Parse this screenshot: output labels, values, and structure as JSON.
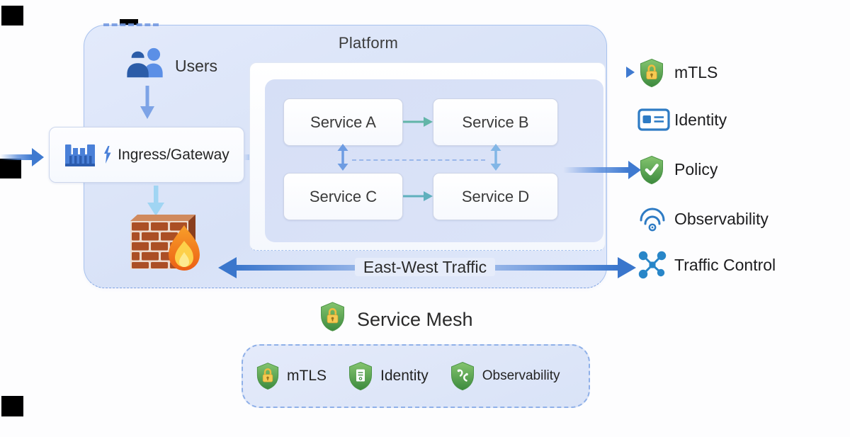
{
  "platform": {
    "title": "Platform",
    "users_label": "Users",
    "ingress_label": "Ingress/Gateway",
    "services": [
      {
        "label": "Service A"
      },
      {
        "label": "Service B"
      },
      {
        "label": "Service C"
      },
      {
        "label": "Service D"
      }
    ],
    "east_west_label": "East-West Traffic"
  },
  "legend": {
    "items": [
      {
        "label": "mTLS",
        "icon": "shield-lock-icon"
      },
      {
        "label": "Identity",
        "icon": "id-card-icon"
      },
      {
        "label": "Policy",
        "icon": "shield-check-icon"
      },
      {
        "label": "Observability",
        "icon": "observability-icon"
      },
      {
        "label": "Traffic Control",
        "icon": "traffic-control-icon"
      }
    ]
  },
  "service_mesh": {
    "title": "Service Mesh",
    "title_icon": "shield-lock-icon",
    "features": [
      {
        "label": "mTLS",
        "icon": "shield-lock-icon"
      },
      {
        "label": "Identity",
        "icon": "shield-certificate-icon"
      },
      {
        "label": "Observability",
        "icon": "shield-squiggle-icon"
      }
    ]
  },
  "colors": {
    "accent_blue": "#3f7ad0",
    "panel_blue": "#dbe4f7",
    "teal_arrow": "#62b5a8",
    "shield_green": "#3d8b3f",
    "icon_blue": "#2e7bc4",
    "brick_red": "#ab4f25",
    "flame_orange": "#f59d2e",
    "lock_yellow": "#f6ca52"
  }
}
